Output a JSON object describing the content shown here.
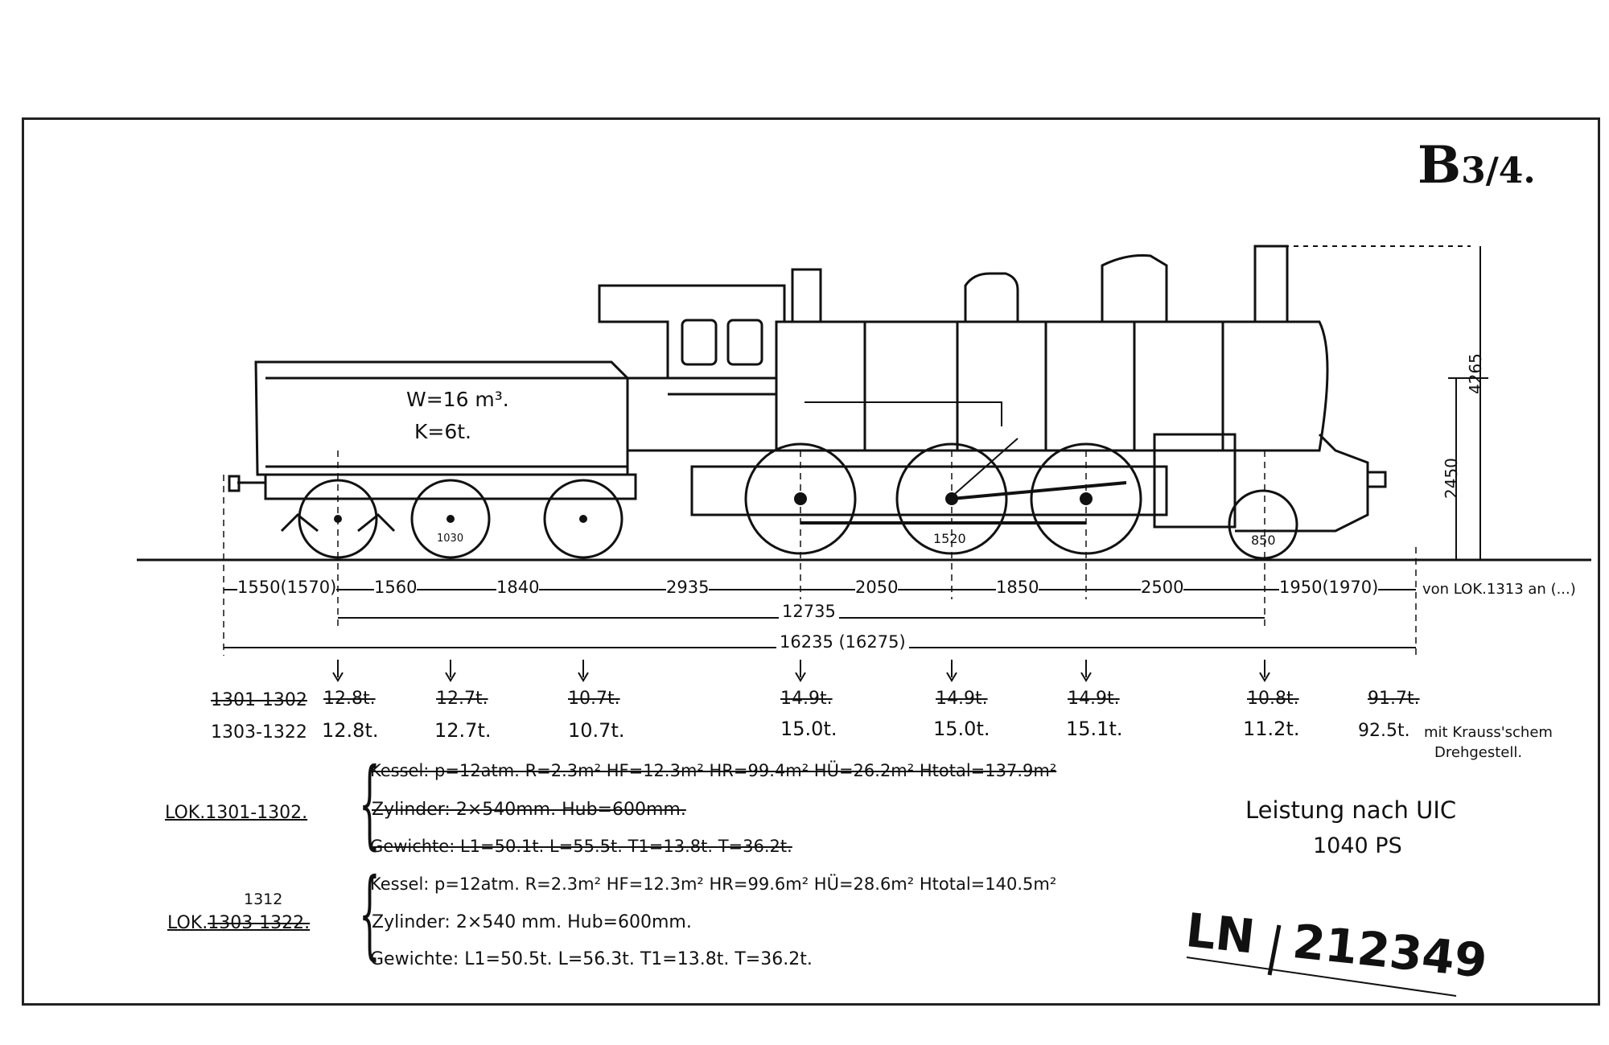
{
  "class_mark": {
    "main": "B",
    "fraction": "3/4."
  },
  "tender": {
    "water": "W=16 m³.",
    "coal": "K=6t."
  },
  "wheel_diameters": {
    "tender": "1030",
    "driving": "1520",
    "trailing": "850"
  },
  "heights": {
    "total": "4265",
    "boiler_axis": "2450"
  },
  "spacings": [
    "1550(1570)",
    "1560",
    "1840",
    "2935",
    "2050",
    "1850",
    "2500",
    "1950(1970)"
  ],
  "spacing_note": "von LOK.1313 an (...)",
  "wheelbase": "12735",
  "overall_length": "16235 (16275)",
  "weights": {
    "old_label": "1301-1302",
    "old_values": [
      "12.8t.",
      "12.7t.",
      "10.7t.",
      "14.9t.",
      "14.9t.",
      "14.9t.",
      "10.8t.",
      "91.7t."
    ],
    "new_label": "1303-1322",
    "new_values": [
      "12.8t.",
      "12.7t.",
      "10.7t.",
      "15.0t.",
      "15.0t.",
      "15.1t.",
      "11.2t.",
      "92.5t."
    ],
    "note_line1": "mit Krauss'schem",
    "note_line2": "Drehgestell."
  },
  "old_loco": {
    "label": "LOK.1301-1302.",
    "kessel": "Kessel: p=12atm. R=2.3m² HF=12.3m² HR=99.4m² HÜ=26.2m² Htotal=137.9m²",
    "zylinder": "Zylinder: 2×540mm. Hub=600mm.",
    "gewichte": "Gewichte: L1=50.1t. L=55.5t. T1=13.8t. T=36.2t."
  },
  "new_loco": {
    "note": "1312",
    "label_prefix": "LOK.",
    "label_range": "1303-1322.",
    "kessel": "Kessel: p=12atm. R=2.3m² HF=12.3m² HR=99.6m² HÜ=28.6m² Htotal=140.5m²",
    "zylinder": "Zylinder: 2×540 mm. Hub=600mm.",
    "gewichte": "Gewichte: L1=50.5t. L=56.3t. T1=13.8t. T=36.2t."
  },
  "power": {
    "line1": "Leistung nach UIC",
    "line2": "1040 PS"
  },
  "stamp": {
    "prefix": "LN",
    "number": "212349"
  }
}
